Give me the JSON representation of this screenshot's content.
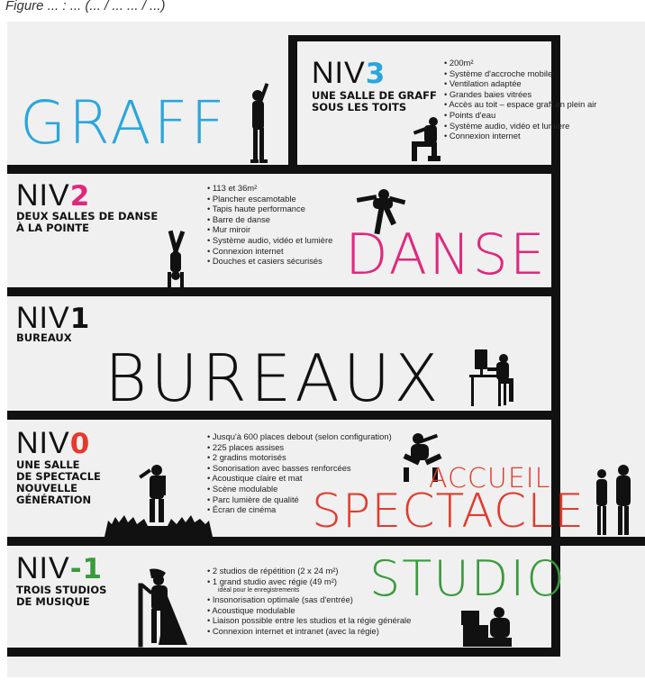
{
  "caption": "Figure ... : ... (... / ... ... / ...)",
  "colors": {
    "graff": "#2aa6dc",
    "danse": "#e0287d",
    "bureaux": "#111111",
    "spectacle": "#e43a2c",
    "studio": "#3a9a3c"
  },
  "graff_label": "GRAFF",
  "niv3": {
    "prefix": "NIV",
    "num": "3",
    "subtitle": "UNE SALLE DE GRAFF\nSOUS LES TOITS",
    "features": [
      "200m²",
      "Système d'accroche mobile",
      "Ventilation adaptée",
      "Grandes baies vitrées",
      "Accès au toit – espace graff en plein air",
      "Points d'eau",
      "Système audio, vidéo et lumière",
      "Connexion internet"
    ]
  },
  "niv2": {
    "prefix": "NIV",
    "num": "2",
    "subtitle": "DEUX SALLES DE DANSE\nÀ LA POINTE",
    "features": [
      "113 et 36m²",
      "Plancher escamotable",
      "Tapis haute performance",
      "Barre de danse",
      "Mur miroir",
      "Système audio, vidéo et lumière",
      "Connexion internet",
      "Douches et casiers sécurisés"
    ],
    "big_label": "DANSE"
  },
  "niv1": {
    "prefix": "NIV",
    "num": "1",
    "subtitle": "BUREAUX",
    "big_label": "BUREAUX"
  },
  "niv0": {
    "prefix": "NIV",
    "num": "0",
    "subtitle": "UNE SALLE\nDE SPECTACLE\nNOUVELLE\nGÉNÉRATION",
    "features": [
      "Jusqu'à 600 places debout (selon configuration)",
      "225 places assises",
      "2 gradins motorisés",
      "Sonorisation avec basses renforcées",
      "Acoustique claire et mat",
      "Scène modulable",
      "Parc lumière de qualité",
      "Écran de cinéma"
    ],
    "label_accueil": "ACCUEIL",
    "label_spectacle": "SPECTACLE"
  },
  "nivm1": {
    "prefix": "NIV",
    "num": "-1",
    "subtitle": "TROIS STUDIOS\nDE MUSIQUE",
    "features": [
      "2 studios de répétition (2 x 24 m²)",
      "1 grand studio avec régie (49 m²)",
      "Insonorisation optimale (sas d'entrée)",
      "Acoustique modulable",
      "Liaison possible entre les studios et la régie générale",
      "Connexion internet et intranet (avec la régie)"
    ],
    "feature_note": "idéal pour le enregistrements",
    "big_label": "STUDIO"
  }
}
